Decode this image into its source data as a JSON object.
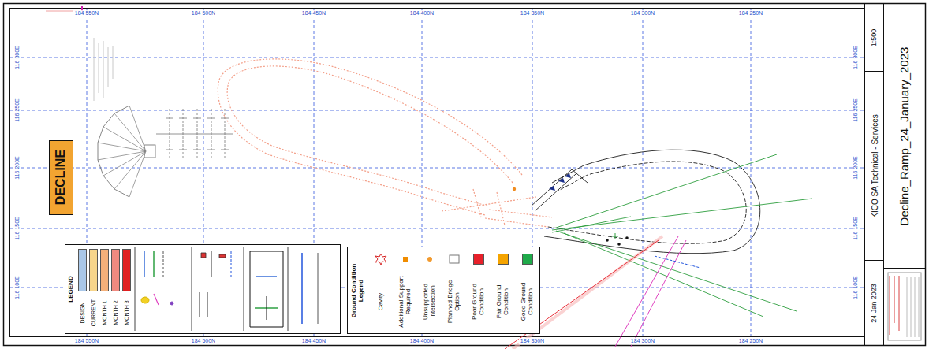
{
  "diagram": {
    "nodes": [
      {
        "text": [
          "DECLINE"
        ]
      },
      {
        "text": [
          "LEGEND"
        ]
      },
      {
        "text": [
          "Ground Condition Legend"
        ]
      },
      {
        "text": [
          "1:500"
        ]
      },
      {
        "text": [
          "KICO SA Technical - Services"
        ]
      },
      {
        "text": [
          "24 Jan 2023"
        ]
      },
      {
        "text": [
          "Decline_Ramp_24_January_2023"
        ]
      }
    ],
    "labels": [
      "184 550N",
      "184 500N",
      "184 450N",
      "184 400N",
      "184 350N",
      "184 300N",
      "184 250N",
      "184 550N",
      "184 500N",
      "184 450N",
      "184 400N",
      "184 350N",
      "184 300N",
      "184 250N",
      "116 300E",
      "116 250E",
      "116 200E",
      "116 150E",
      "116 100E",
      "116 300E",
      "116 250E",
      "116 200E",
      "116 150E",
      "116 100E"
    ],
    "legend": [
      {
        "text": "DESIGN",
        "color": "#a9c7e8"
      },
      {
        "text": "CURRENT",
        "color": "#f7d58b"
      },
      {
        "text": "MONTH 1",
        "color": "#f4b07a"
      },
      {
        "text": "MONTH 2",
        "color": "#f08a80"
      },
      {
        "text": "MONTH 3",
        "color": "#e02020"
      },
      {
        "text": "Cavity"
      },
      {
        "text": "Additional Support Required"
      },
      {
        "text": "Unsupported Intersection"
      },
      {
        "text": "Planned Bridge Option"
      },
      {
        "text": "Poor Ground Condition",
        "color": "#e8202a"
      },
      {
        "text": "Fair Ground Condition",
        "color": "#f5a400"
      },
      {
        "text": "Good Ground Condition",
        "color": "#1faa4a"
      }
    ]
  }
}
